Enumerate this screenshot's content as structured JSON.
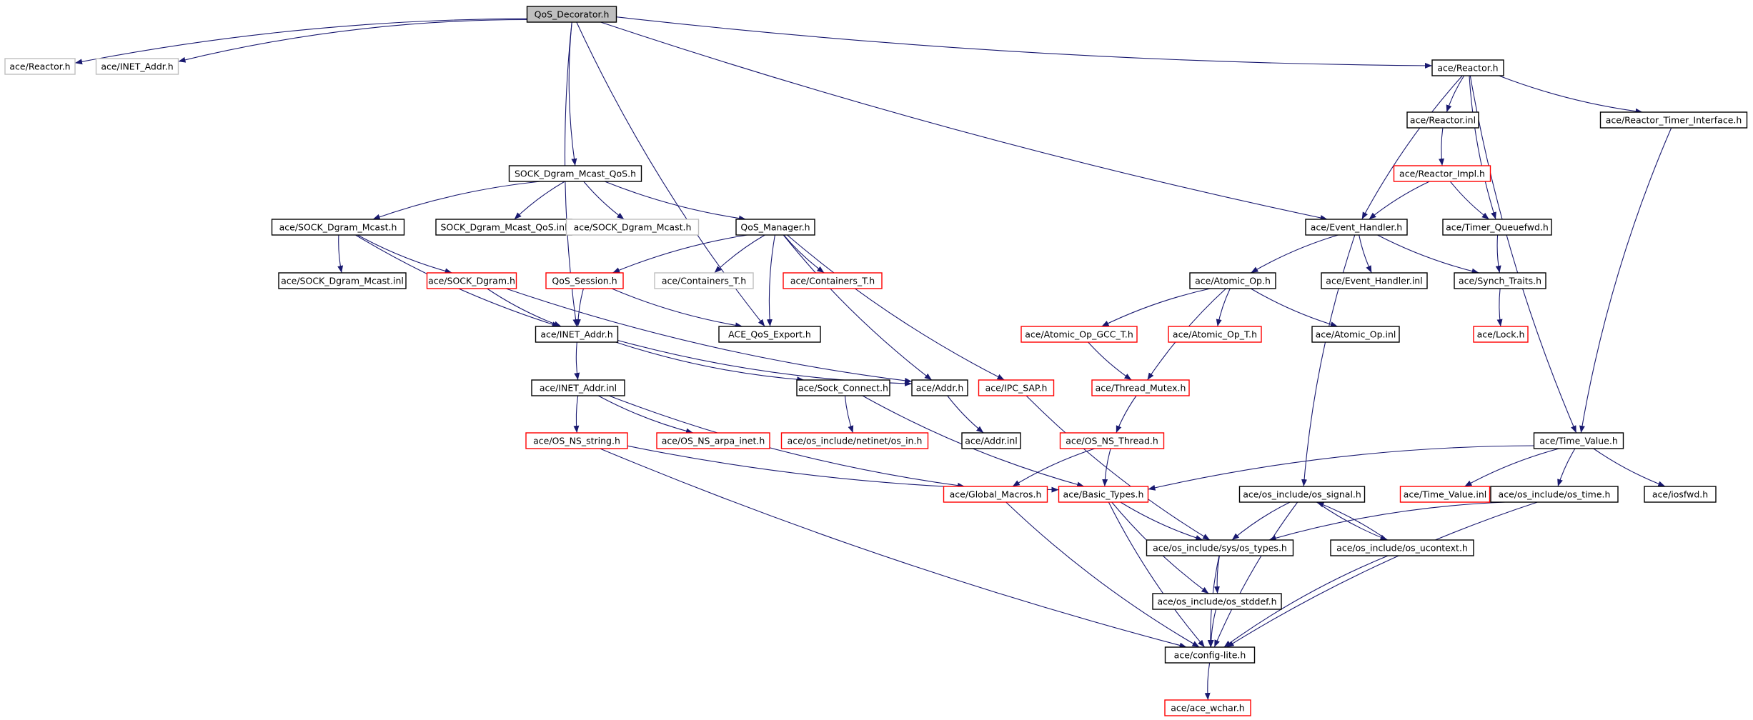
{
  "nodes": [
    {
      "id": "root",
      "label": "QoS_Decorator.h",
      "style": "root"
    },
    {
      "id": "reactor_gray",
      "label": "ace/Reactor.h",
      "style": "gray"
    },
    {
      "id": "inet_gray",
      "label": "ace/INET_Addr.h",
      "style": "gray"
    },
    {
      "id": "reactor",
      "label": "ace/Reactor.h",
      "style": "black"
    },
    {
      "id": "reactor_inl",
      "label": "ace/Reactor.inl",
      "style": "black"
    },
    {
      "id": "rti",
      "label": "ace/Reactor_Timer_Interface.h",
      "style": "black"
    },
    {
      "id": "reactor_impl",
      "label": "ace/Reactor_Impl.h",
      "style": "red"
    },
    {
      "id": "sdmq",
      "label": "SOCK_Dgram_Mcast_QoS.h",
      "style": "black"
    },
    {
      "id": "sdm",
      "label": "ace/SOCK_Dgram_Mcast.h",
      "style": "black"
    },
    {
      "id": "sdmq_inl",
      "label": "SOCK_Dgram_Mcast_QoS.inl",
      "style": "black"
    },
    {
      "id": "sdm_gray",
      "label": "ace/SOCK_Dgram_Mcast.h",
      "style": "gray"
    },
    {
      "id": "qosm",
      "label": "QoS_Manager.h",
      "style": "black"
    },
    {
      "id": "eh",
      "label": "ace/Event_Handler.h",
      "style": "black"
    },
    {
      "id": "tqf",
      "label": "ace/Timer_Queuefwd.h",
      "style": "black"
    },
    {
      "id": "sdm_inl",
      "label": "ace/SOCK_Dgram_Mcast.inl",
      "style": "black"
    },
    {
      "id": "sockdgram",
      "label": "ace/SOCK_Dgram.h",
      "style": "red"
    },
    {
      "id": "qoss",
      "label": "QoS_Session.h",
      "style": "red"
    },
    {
      "id": "cont_gray",
      "label": "ace/Containers_T.h",
      "style": "gray"
    },
    {
      "id": "cont_red",
      "label": "ace/Containers_T.h",
      "style": "red"
    },
    {
      "id": "atomic",
      "label": "ace/Atomic_Op.h",
      "style": "black"
    },
    {
      "id": "eh_inl",
      "label": "ace/Event_Handler.inl",
      "style": "black"
    },
    {
      "id": "synch",
      "label": "ace/Synch_Traits.h",
      "style": "black"
    },
    {
      "id": "inet",
      "label": "ace/INET_Addr.h",
      "style": "black"
    },
    {
      "id": "qosexp",
      "label": "ACE_QoS_Export.h",
      "style": "black"
    },
    {
      "id": "aogcc",
      "label": "ace/Atomic_Op_GCC_T.h",
      "style": "red"
    },
    {
      "id": "aot",
      "label": "ace/Atomic_Op_T.h",
      "style": "red"
    },
    {
      "id": "ao_inl",
      "label": "ace/Atomic_Op.inl",
      "style": "black"
    },
    {
      "id": "lock",
      "label": "ace/Lock.h",
      "style": "red"
    },
    {
      "id": "inet_inl",
      "label": "ace/INET_Addr.inl",
      "style": "black"
    },
    {
      "id": "sockconn",
      "label": "ace/Sock_Connect.h",
      "style": "black"
    },
    {
      "id": "addr",
      "label": "ace/Addr.h",
      "style": "black"
    },
    {
      "id": "ipcsap",
      "label": "ace/IPC_SAP.h",
      "style": "red"
    },
    {
      "id": "tmutex",
      "label": "ace/Thread_Mutex.h",
      "style": "red"
    },
    {
      "id": "osstring",
      "label": "ace/OS_NS_string.h",
      "style": "red"
    },
    {
      "id": "osarpa",
      "label": "ace/OS_NS_arpa_inet.h",
      "style": "red"
    },
    {
      "id": "osnetin",
      "label": "ace/os_include/netinet/os_in.h",
      "style": "red"
    },
    {
      "id": "addr_inl",
      "label": "ace/Addr.inl",
      "style": "black"
    },
    {
      "id": "osthread",
      "label": "ace/OS_NS_Thread.h",
      "style": "red"
    },
    {
      "id": "tv",
      "label": "ace/Time_Value.h",
      "style": "black"
    },
    {
      "id": "gmacros",
      "label": "ace/Global_Macros.h",
      "style": "red"
    },
    {
      "id": "btypes",
      "label": "ace/Basic_Types.h",
      "style": "red"
    },
    {
      "id": "ossignal",
      "label": "ace/os_include/os_signal.h",
      "style": "black"
    },
    {
      "id": "tv_inl",
      "label": "ace/Time_Value.inl",
      "style": "red"
    },
    {
      "id": "ostime",
      "label": "ace/os_include/os_time.h",
      "style": "black"
    },
    {
      "id": "iosfwd",
      "label": "ace/iosfwd.h",
      "style": "black"
    },
    {
      "id": "ostypes",
      "label": "ace/os_include/sys/os_types.h",
      "style": "black"
    },
    {
      "id": "osucontext",
      "label": "ace/os_include/os_ucontext.h",
      "style": "black"
    },
    {
      "id": "osstddef",
      "label": "ace/os_include/os_stddef.h",
      "style": "black"
    },
    {
      "id": "configlite",
      "label": "ace/config-lite.h",
      "style": "black"
    },
    {
      "id": "wchar",
      "label": "ace/ace_wchar.h",
      "style": "red"
    }
  ],
  "edges": [
    [
      "root",
      "reactor_gray"
    ],
    [
      "root",
      "inet_gray"
    ],
    [
      "root",
      "reactor"
    ],
    [
      "root",
      "sdmq"
    ],
    [
      "root",
      "eh"
    ],
    [
      "root",
      "inet"
    ],
    [
      "root",
      "qosexp"
    ],
    [
      "reactor",
      "reactor_inl"
    ],
    [
      "reactor",
      "rti"
    ],
    [
      "reactor",
      "eh"
    ],
    [
      "reactor",
      "tqf"
    ],
    [
      "reactor",
      "tv"
    ],
    [
      "reactor_inl",
      "reactor_impl"
    ],
    [
      "reactor_impl",
      "eh"
    ],
    [
      "reactor_impl",
      "tqf"
    ],
    [
      "rti",
      "tv"
    ],
    [
      "sdmq",
      "sdm"
    ],
    [
      "sdmq",
      "sdmq_inl"
    ],
    [
      "sdmq",
      "sdm_gray"
    ],
    [
      "sdmq",
      "qosm"
    ],
    [
      "sdm",
      "sdm_inl"
    ],
    [
      "sdm",
      "sockdgram"
    ],
    [
      "sdm",
      "inet"
    ],
    [
      "sockdgram",
      "inet"
    ],
    [
      "sockdgram",
      "addr"
    ],
    [
      "qosm",
      "qoss"
    ],
    [
      "qosm",
      "cont_gray"
    ],
    [
      "qosm",
      "cont_red"
    ],
    [
      "qosm",
      "qosexp"
    ],
    [
      "qosm",
      "addr"
    ],
    [
      "qosm",
      "ipcsap"
    ],
    [
      "qoss",
      "inet"
    ],
    [
      "qoss",
      "qosexp"
    ],
    [
      "eh",
      "atomic"
    ],
    [
      "eh",
      "eh_inl"
    ],
    [
      "eh",
      "synch"
    ],
    [
      "eh",
      "ossignal"
    ],
    [
      "tqf",
      "synch"
    ],
    [
      "synch",
      "lock"
    ],
    [
      "atomic",
      "aogcc"
    ],
    [
      "atomic",
      "aot"
    ],
    [
      "atomic",
      "ao_inl"
    ],
    [
      "atomic",
      "tmutex"
    ],
    [
      "aogcc",
      "tmutex"
    ],
    [
      "tmutex",
      "osthread"
    ],
    [
      "inet",
      "inet_inl"
    ],
    [
      "inet",
      "sockconn"
    ],
    [
      "inet",
      "addr"
    ],
    [
      "inet_inl",
      "osstring"
    ],
    [
      "inet_inl",
      "osarpa"
    ],
    [
      "inet_inl",
      "gmacros"
    ],
    [
      "sockconn",
      "osnetin"
    ],
    [
      "sockconn",
      "btypes"
    ],
    [
      "addr",
      "addr_inl"
    ],
    [
      "ipcsap",
      "ostypes"
    ],
    [
      "osstring",
      "btypes"
    ],
    [
      "osstring",
      "configlite"
    ],
    [
      "osthread",
      "gmacros"
    ],
    [
      "osthread",
      "btypes"
    ],
    [
      "tv",
      "btypes"
    ],
    [
      "tv",
      "tv_inl"
    ],
    [
      "tv",
      "ostime"
    ],
    [
      "tv",
      "iosfwd"
    ],
    [
      "gmacros",
      "configlite"
    ],
    [
      "btypes",
      "ostypes"
    ],
    [
      "btypes",
      "osstddef"
    ],
    [
      "btypes",
      "configlite"
    ],
    [
      "ossignal",
      "ostypes"
    ],
    [
      "ossignal",
      "osucontext"
    ],
    [
      "ossignal",
      "configlite"
    ],
    [
      "ostime",
      "ostypes"
    ],
    [
      "ostime",
      "configlite"
    ],
    [
      "osucontext",
      "ossignal"
    ],
    [
      "osucontext",
      "configlite"
    ],
    [
      "ostypes",
      "osstddef"
    ],
    [
      "ostypes",
      "configlite"
    ],
    [
      "osstddef",
      "configlite"
    ],
    [
      "configlite",
      "wchar"
    ]
  ]
}
